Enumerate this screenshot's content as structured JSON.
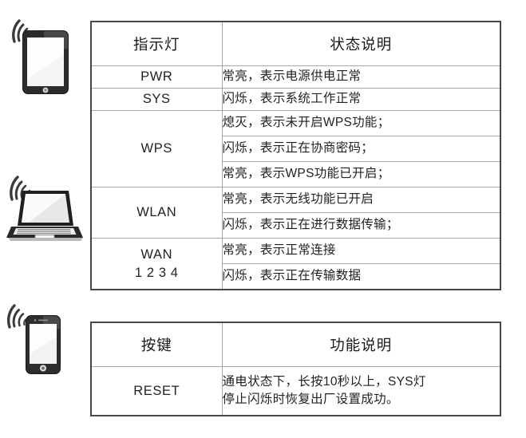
{
  "devices": [
    {
      "name": "tablet-device-icon",
      "label": "tablet with wifi signal"
    },
    {
      "name": "laptop-device-icon",
      "label": "laptop with wifi signal"
    },
    {
      "name": "smartphone-device-icon",
      "label": "smartphone with wifi signal"
    }
  ],
  "indicator_table": {
    "headers": [
      "指示灯",
      "状态说明"
    ],
    "rows": [
      {
        "key": "PWR",
        "descriptions": [
          "常亮，表示电源供电正常"
        ]
      },
      {
        "key": "SYS",
        "descriptions": [
          "闪烁，表示系统工作正常"
        ]
      },
      {
        "key": "WPS",
        "descriptions": [
          "熄灭，表示未开启WPS功能；",
          "闪烁，表示正在协商密码；",
          "常亮，表示WPS功能已开启；"
        ]
      },
      {
        "key": "WLAN",
        "descriptions": [
          "常亮，表示无线功能已开启",
          "闪烁，表示正在进行数据传输；"
        ]
      },
      {
        "key": "WAN",
        "key_line2": "1 2 3 4",
        "descriptions": [
          "常亮，表示正常连接",
          "闪烁，表示正在传输数据"
        ]
      }
    ]
  },
  "button_table": {
    "headers": [
      "按键",
      "功能说明"
    ],
    "rows": [
      {
        "key": "RESET",
        "line1": "通电状态下，长按10秒以上，SYS灯",
        "line2": "停止闪烁时恢复出厂设置成功。"
      }
    ]
  },
  "colors": {
    "outer_border": "#4a4745",
    "inner_border": "#a9a7a5",
    "text": "#231f20",
    "background": "#ffffff"
  }
}
